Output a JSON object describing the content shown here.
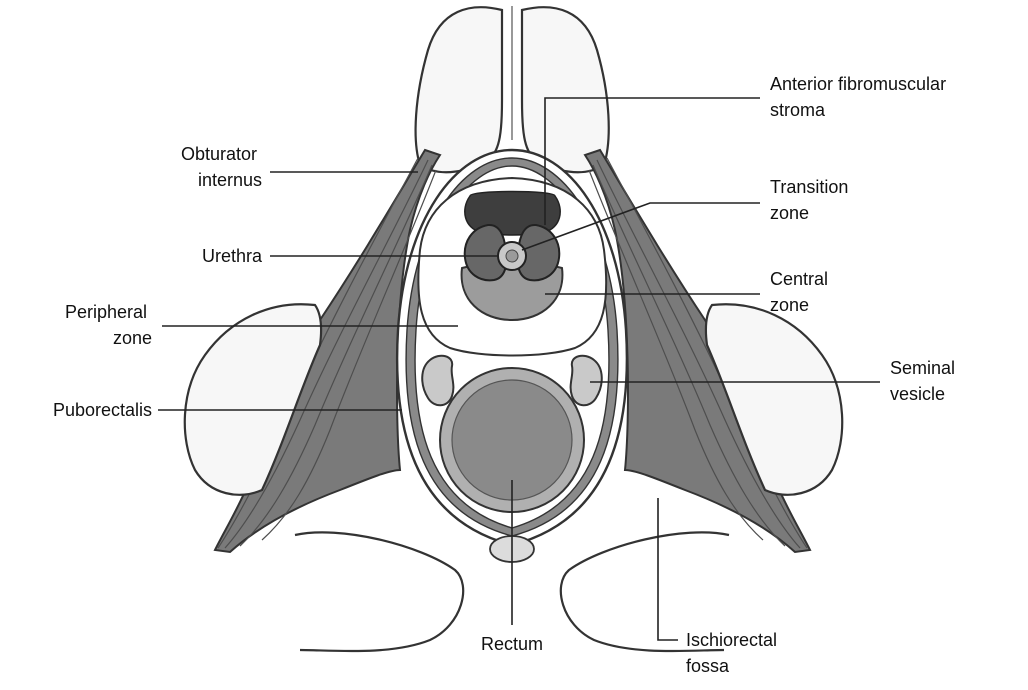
{
  "labels": {
    "anterior_fibromuscular_stroma": [
      "Anterior fibromuscular",
      "stroma"
    ],
    "obturator_internus": [
      "Obturator",
      "internus"
    ],
    "transition_zone": [
      "Transition",
      "zone"
    ],
    "urethra": [
      "Urethra"
    ],
    "central_zone": [
      "Central",
      "zone"
    ],
    "peripheral_zone": [
      "Peripheral",
      "zone"
    ],
    "seminal_vesicle": [
      "Seminal",
      "vesicle"
    ],
    "puborectalis": [
      "Puborectalis"
    ],
    "rectum": [
      "Rectum"
    ],
    "ischiorectal_fossa": [
      "Ischiorectal",
      "fossa"
    ]
  },
  "colors": {
    "muscle": "#7a7a7a",
    "muscle_stripe": "#4e4e4e",
    "bone": "#f7f7f7",
    "stroma": "#3e3e3e",
    "transition_zone": "#676767",
    "central_zone": "#9c9c9c",
    "urethra": "#c8c8c8",
    "seminal_vesicle": "#c9c9c9",
    "rectum_wall": "#b0b0b0",
    "rectum_lumen": "#8a8a8a",
    "outline": "#333333"
  }
}
